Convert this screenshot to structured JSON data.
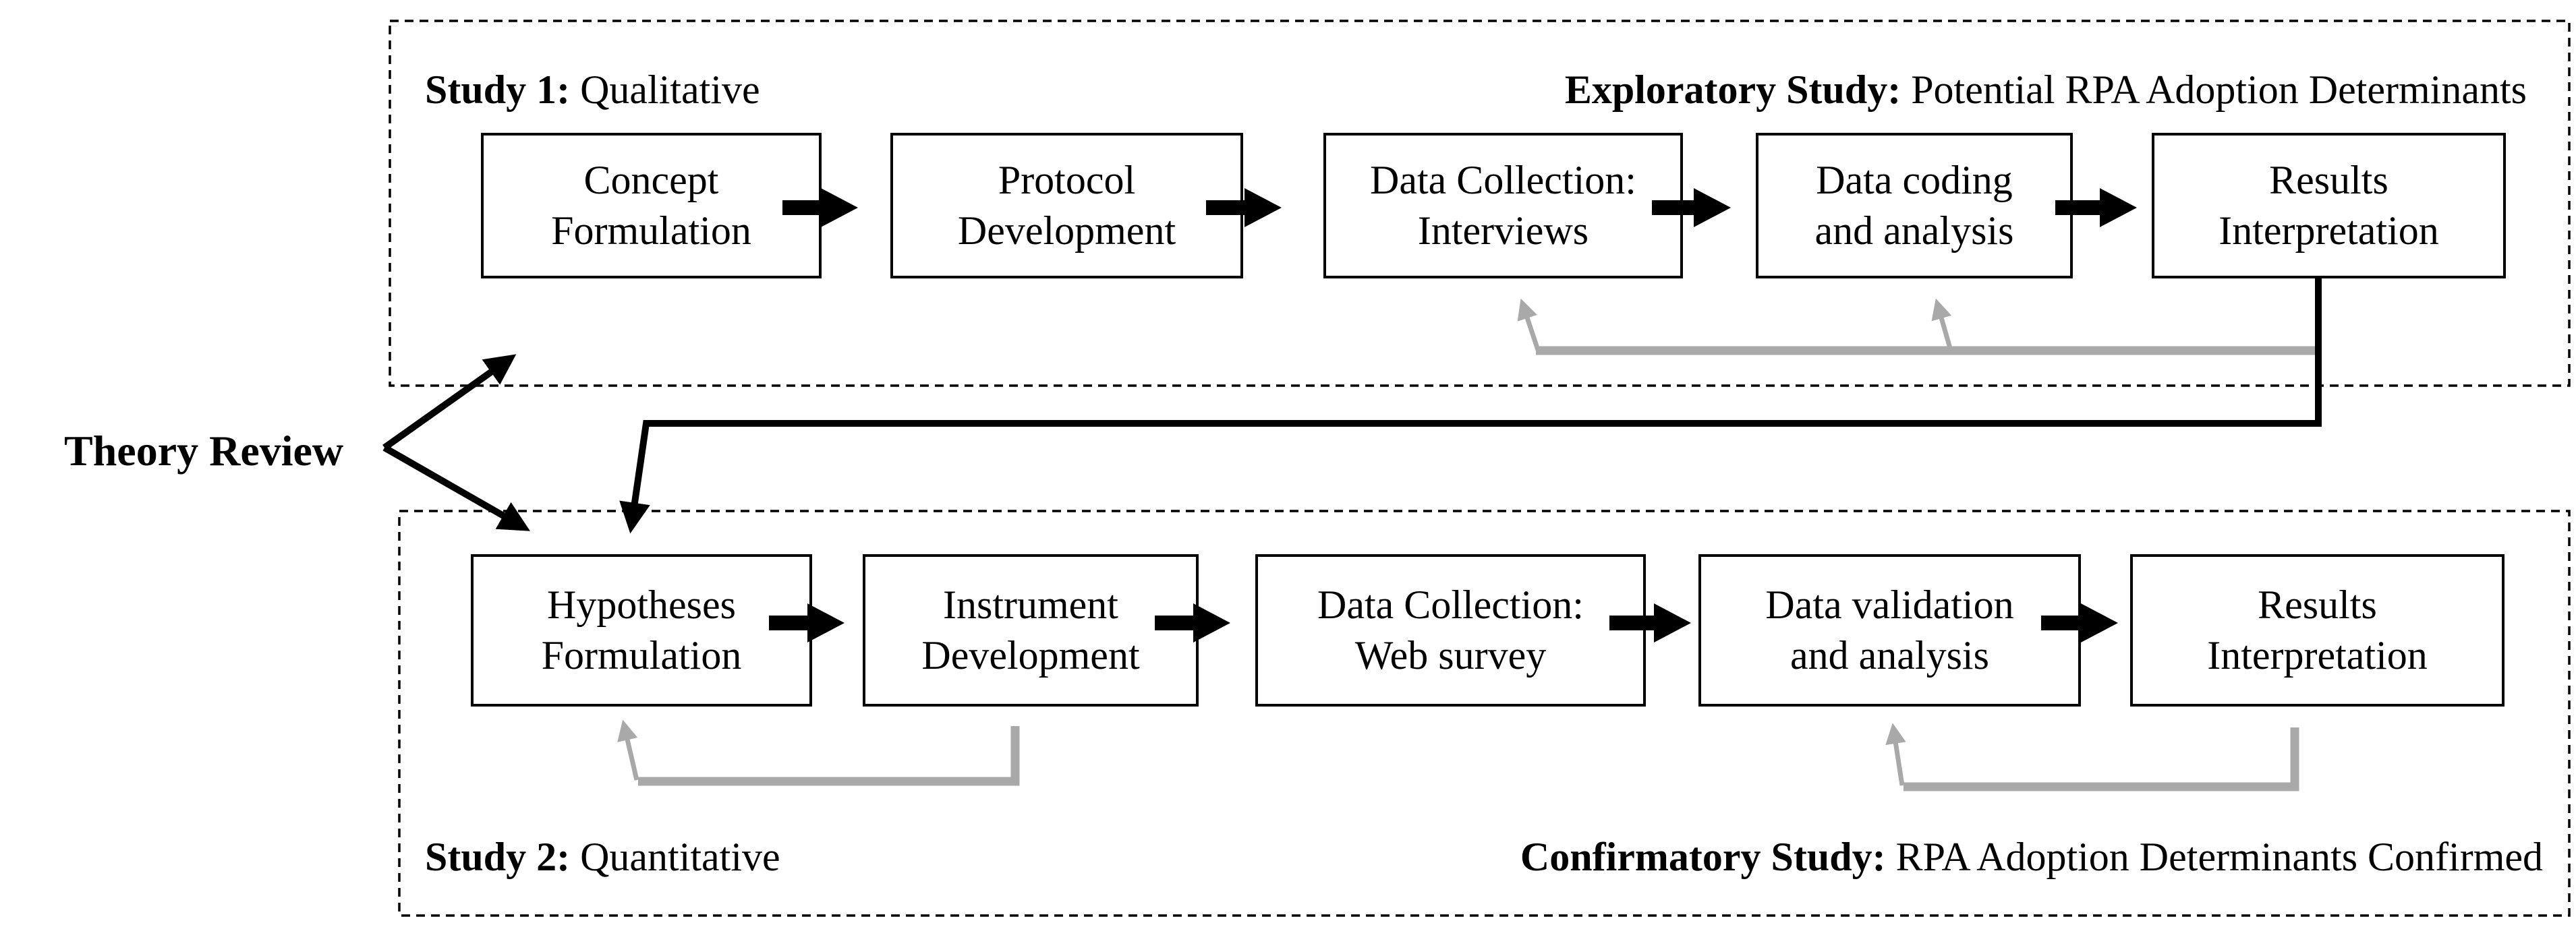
{
  "diagram": {
    "theory_review_label": "Theory Review",
    "colors": {
      "line_black": "#000000",
      "line_gray": "#a9a9a9",
      "background": "#ffffff"
    },
    "study1": {
      "label_bold": "Study 1:",
      "label_rest": " Qualitative",
      "heading_bold": "Exploratory Study:",
      "heading_rest": " Potential RPA Adoption Determinants",
      "steps": [
        {
          "line1": "Concept",
          "line2": "Formulation"
        },
        {
          "line1": "Protocol",
          "line2": "Development"
        },
        {
          "line1": "Data Collection:",
          "line2": "Interviews"
        },
        {
          "line1": "Data coding",
          "line2": "and analysis"
        },
        {
          "line1": "Results",
          "line2": "Interpretation"
        }
      ]
    },
    "study2": {
      "label_bold": "Study 2:",
      "label_rest": " Quantitative",
      "heading_bold": "Confirmatory Study:",
      "heading_rest": " RPA Adoption Determinants Confirmed",
      "steps": [
        {
          "line1": "Hypotheses",
          "line2": "Formulation"
        },
        {
          "line1": "Instrument",
          "line2": "Development"
        },
        {
          "line1": "Data Collection:",
          "line2": "Web survey"
        },
        {
          "line1": "Data validation",
          "line2": "and analysis"
        },
        {
          "line1": "Results",
          "line2": "Interpretation"
        }
      ]
    }
  }
}
